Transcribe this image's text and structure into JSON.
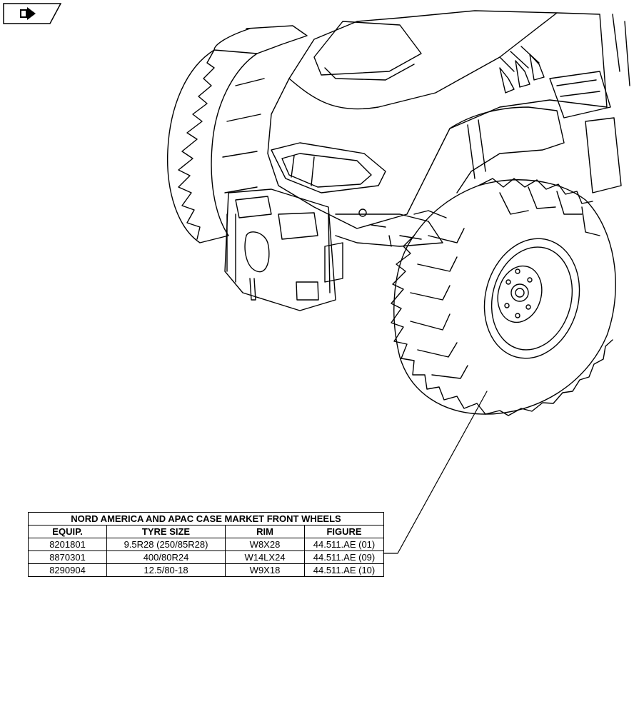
{
  "icon": {
    "name": "forward-arrow-icon"
  },
  "table": {
    "title": "NORD AMERICA AND APAC CASE MARKET FRONT WHEELS",
    "headers": [
      "EQUIP.",
      "TYRE SIZE",
      "RIM",
      "FIGURE"
    ],
    "rows": [
      [
        "8201801",
        "9.5R28 (250/85R28)",
        "W8X28",
        "44.511.AE (01)"
      ],
      [
        "8870301",
        "400/80R24",
        "W14LX24",
        "44.511.AE (09)"
      ],
      [
        "8290904",
        "12.5/80-18",
        "W9X18",
        "44.511.AE (10)"
      ]
    ]
  }
}
